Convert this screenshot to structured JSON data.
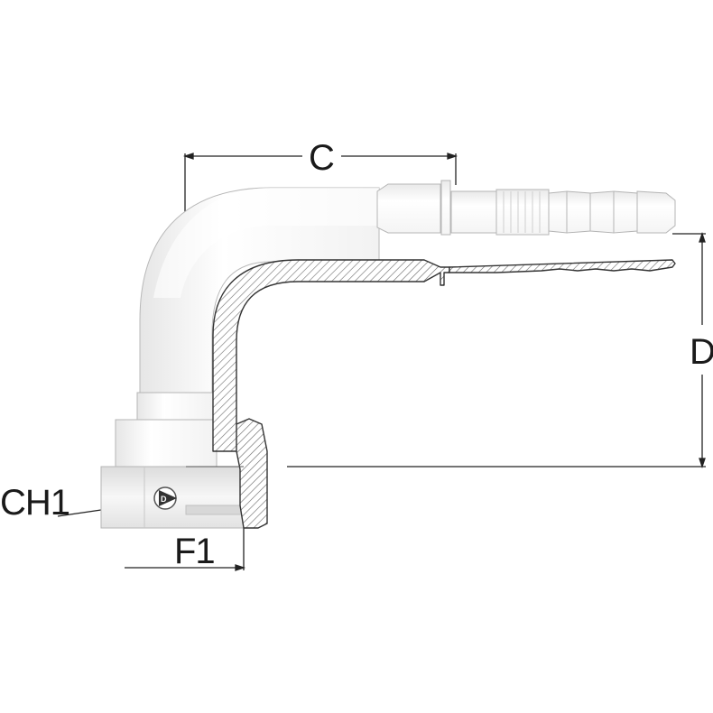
{
  "dimensions": {
    "c": "C",
    "d": "D",
    "ch1": "CH1",
    "f1": "F1"
  },
  "logo_text": "D"
}
